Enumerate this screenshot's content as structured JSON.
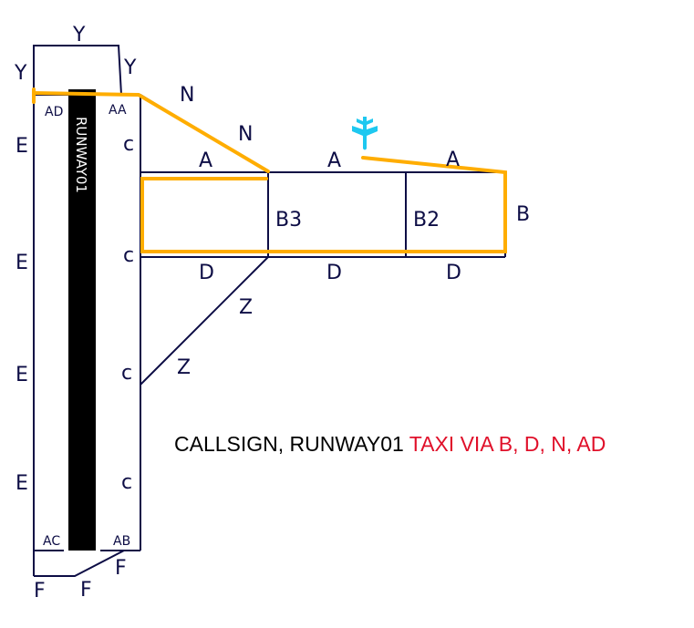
{
  "labels": {
    "y_top": "Y",
    "y_left": "Y",
    "y_right": "Y",
    "ad": "AD",
    "aa": "AA",
    "ac": "AC",
    "ab": "AB",
    "e": "E",
    "c": "c",
    "n1": "N",
    "n2": "N",
    "a1": "A",
    "a2": "A",
    "a3": "A",
    "b3": "B3",
    "b2": "B2",
    "b": "B",
    "d1": "D",
    "d2": "D",
    "d3": "D",
    "z1": "Z",
    "z2": "Z",
    "f1": "F",
    "f2": "F",
    "f3": "F",
    "runway": "RUNWAY01"
  },
  "clearance": {
    "prefix": "CALLSIGN, RUNWAY01",
    "instruction": "TAXI VIA B, D, N, AD"
  },
  "colors": {
    "taxiway": "#0d0d45",
    "route": "#ffad00",
    "aircraft": "#1ec8f0",
    "instruction": "#e0102a"
  },
  "icons": {
    "aircraft": "airplane-icon"
  }
}
